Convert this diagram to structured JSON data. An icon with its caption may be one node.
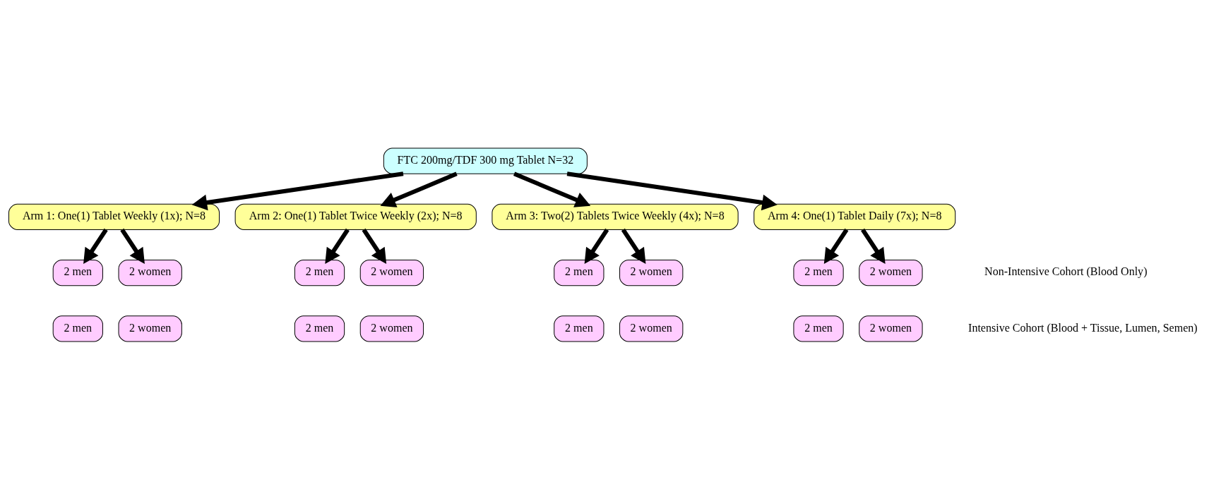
{
  "diagram": {
    "nodes": [
      {
        "text": [
          "FTC 200mg/TDF 300 mg Tablet N=32"
        ]
      },
      {
        "text": [
          "Arm 1: One(1) Tablet Weekly (1x); N=8"
        ]
      },
      {
        "text": [
          "Arm 2: One(1) Tablet Twice Weekly (2x); N=8"
        ]
      },
      {
        "text": [
          "Arm 3: Two(2) Tablets Twice Weekly (4x); N=8"
        ]
      },
      {
        "text": [
          "Arm 4: One(1) Tablet Daily (7x); N=8"
        ]
      },
      {
        "text": [
          "2 men"
        ]
      },
      {
        "text": [
          "2 women"
        ]
      },
      {
        "text": [
          "2 men"
        ]
      },
      {
        "text": [
          "2 women"
        ]
      },
      {
        "text": [
          "2 men"
        ]
      },
      {
        "text": [
          "2 women"
        ]
      },
      {
        "text": [
          "2 men"
        ]
      },
      {
        "text": [
          "2 women"
        ]
      },
      {
        "text": [
          "2 men"
        ]
      },
      {
        "text": [
          "2 women"
        ]
      },
      {
        "text": [
          "2 men"
        ]
      },
      {
        "text": [
          "2 women"
        ]
      },
      {
        "text": [
          "2 men"
        ]
      },
      {
        "text": [
          "2 women"
        ]
      },
      {
        "text": [
          "2 men"
        ]
      },
      {
        "text": [
          "2 women"
        ]
      }
    ],
    "edges": [
      {
        "from": 0,
        "to": 1,
        "arrow": "to"
      },
      {
        "from": 0,
        "to": 2,
        "arrow": "to"
      },
      {
        "from": 0,
        "to": 3,
        "arrow": "to"
      },
      {
        "from": 0,
        "to": 4,
        "arrow": "to"
      },
      {
        "from": 1,
        "to": 5,
        "arrow": "to"
      },
      {
        "from": 1,
        "to": 6,
        "arrow": "to"
      },
      {
        "from": 2,
        "to": 7,
        "arrow": "to"
      },
      {
        "from": 2,
        "to": 8,
        "arrow": "to"
      },
      {
        "from": 3,
        "to": 9,
        "arrow": "to"
      },
      {
        "from": 3,
        "to": 10,
        "arrow": "to"
      },
      {
        "from": 4,
        "to": 11,
        "arrow": "to"
      },
      {
        "from": 4,
        "to": 12,
        "arrow": "to"
      }
    ],
    "labels": [
      "Non-Intensive Cohort (Blood Only)",
      "Intensive Cohort (Blood + Tissue, Lumen, Semen)"
    ]
  }
}
